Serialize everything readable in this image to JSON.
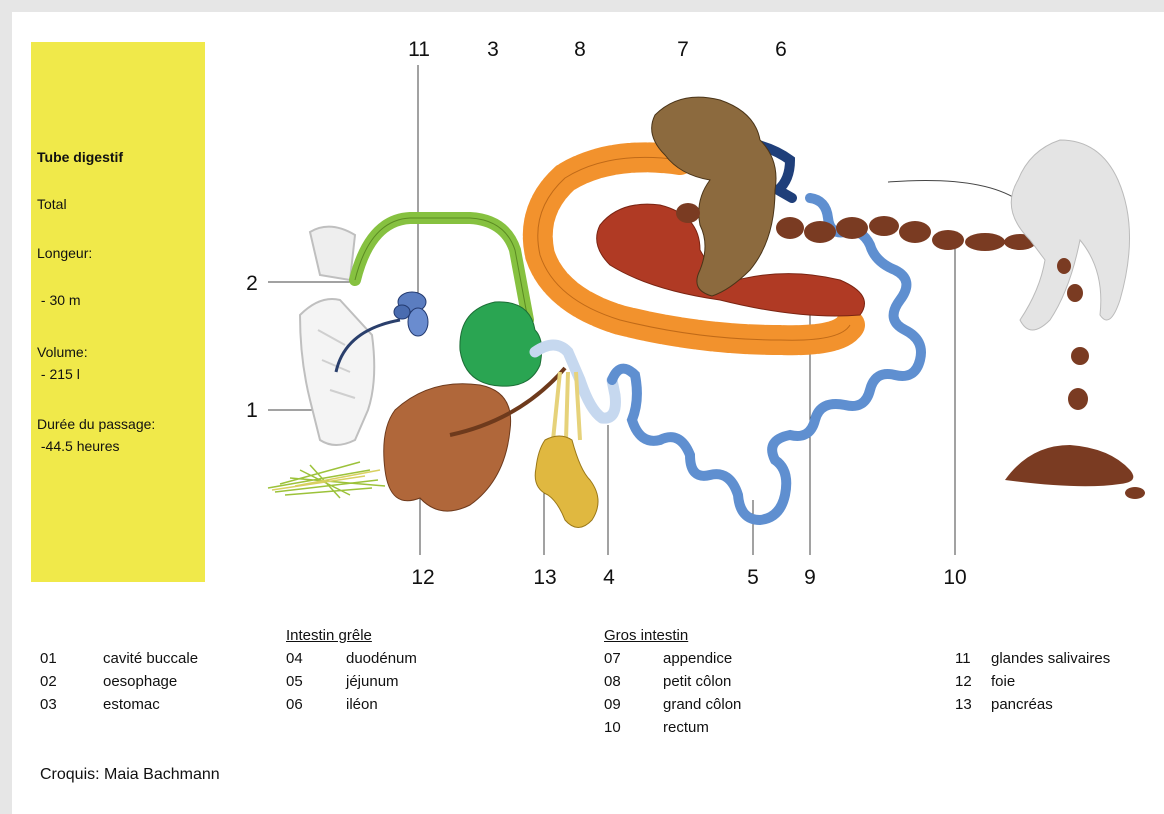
{
  "sidebar": {
    "title": "Tube digestif",
    "total_label": "Total",
    "length_label": "Longeur:",
    "length_value": " - 30 m",
    "volume_label": "Volume:",
    "volume_value": " - 215 l",
    "duration_label": "Durée du passage:",
    "duration_value": " -44.5 heures",
    "color": "#f0e94a"
  },
  "numbers": [
    "1",
    "2",
    "3",
    "4",
    "5",
    "6",
    "7",
    "8",
    "9",
    "10",
    "11",
    "12",
    "13"
  ],
  "legend": {
    "col1": [
      {
        "code": "01",
        "name": "cavité buccale"
      },
      {
        "code": "02",
        "name": "oesophage"
      },
      {
        "code": "03",
        "name": "estomac"
      }
    ],
    "col2_heading": "Intestin grêle",
    "col2": [
      {
        "code": "04",
        "name": "duodénum"
      },
      {
        "code": "05",
        "name": "jéjunum"
      },
      {
        "code": "06",
        "name": "iléon"
      }
    ],
    "col3_heading": "Gros intestin",
    "col3": [
      {
        "code": "07",
        "name": "appendice"
      },
      {
        "code": "08",
        "name": "petit côlon"
      },
      {
        "code": "09",
        "name": "grand côlon"
      },
      {
        "code": "10",
        "name": "rectum"
      }
    ],
    "col4": [
      {
        "code": "11",
        "name": "glandes salivaires"
      },
      {
        "code": "12",
        "name": "foie"
      },
      {
        "code": "13",
        "name": "pancréas"
      }
    ]
  },
  "credit": "Croquis: Maia Bachmann",
  "colors": {
    "stomach": "#2aa552",
    "liver": "#b0673a",
    "colon_small": "#f2922d",
    "colon_large": "#b03a24",
    "cecum": "#8c6a3e",
    "ileum": "#1f3f7a",
    "jejunum": "#5f8fd0",
    "duodenum": "#c6d8ef",
    "esophagus": "#86c140",
    "pancreas": "#e0b840",
    "rectum": "#7a3b22",
    "salivary": "#5b7dc0"
  }
}
